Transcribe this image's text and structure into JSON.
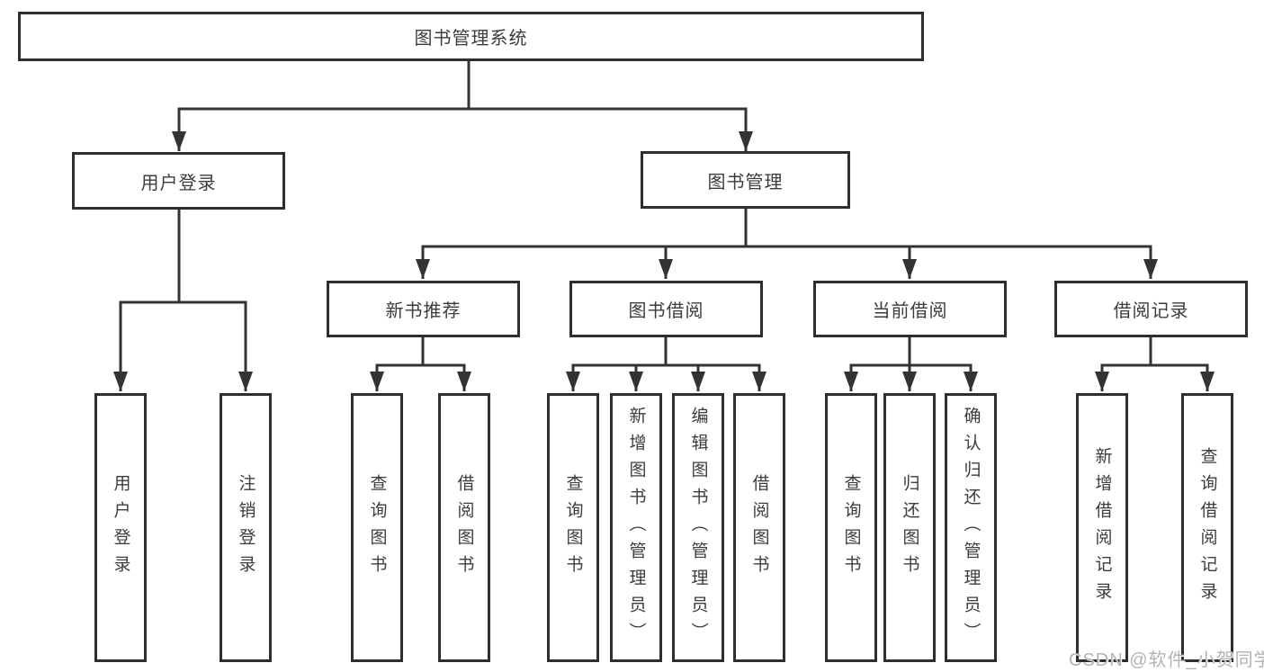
{
  "tree": {
    "root": "图书管理系统",
    "children": [
      {
        "label": "用户登录",
        "leaves": [
          "用户登录",
          "注销登录"
        ]
      },
      {
        "label": "图书管理",
        "children": [
          {
            "label": "新书推荐",
            "leaves": [
              "查询图书",
              "借阅图书"
            ]
          },
          {
            "label": "图书借阅",
            "leaves": [
              "查询图书",
              "新增图书（管理员）",
              "编辑图书（管理员）",
              "借阅图书"
            ]
          },
          {
            "label": "当前借阅",
            "leaves": [
              "查询图书",
              "归还图书",
              "确认归还（管理员）"
            ]
          },
          {
            "label": "借阅记录",
            "leaves": [
              "新增借阅记录",
              "查询借阅记录"
            ]
          }
        ]
      }
    ]
  },
  "watermark": {
    "text": "CSDN @软件_小贺同学"
  },
  "colors": {
    "line": "#333333",
    "border": "#2e2e2e",
    "text": "#3c3c3c",
    "watermark": "#b3b3b3",
    "background": "#ffffff"
  }
}
